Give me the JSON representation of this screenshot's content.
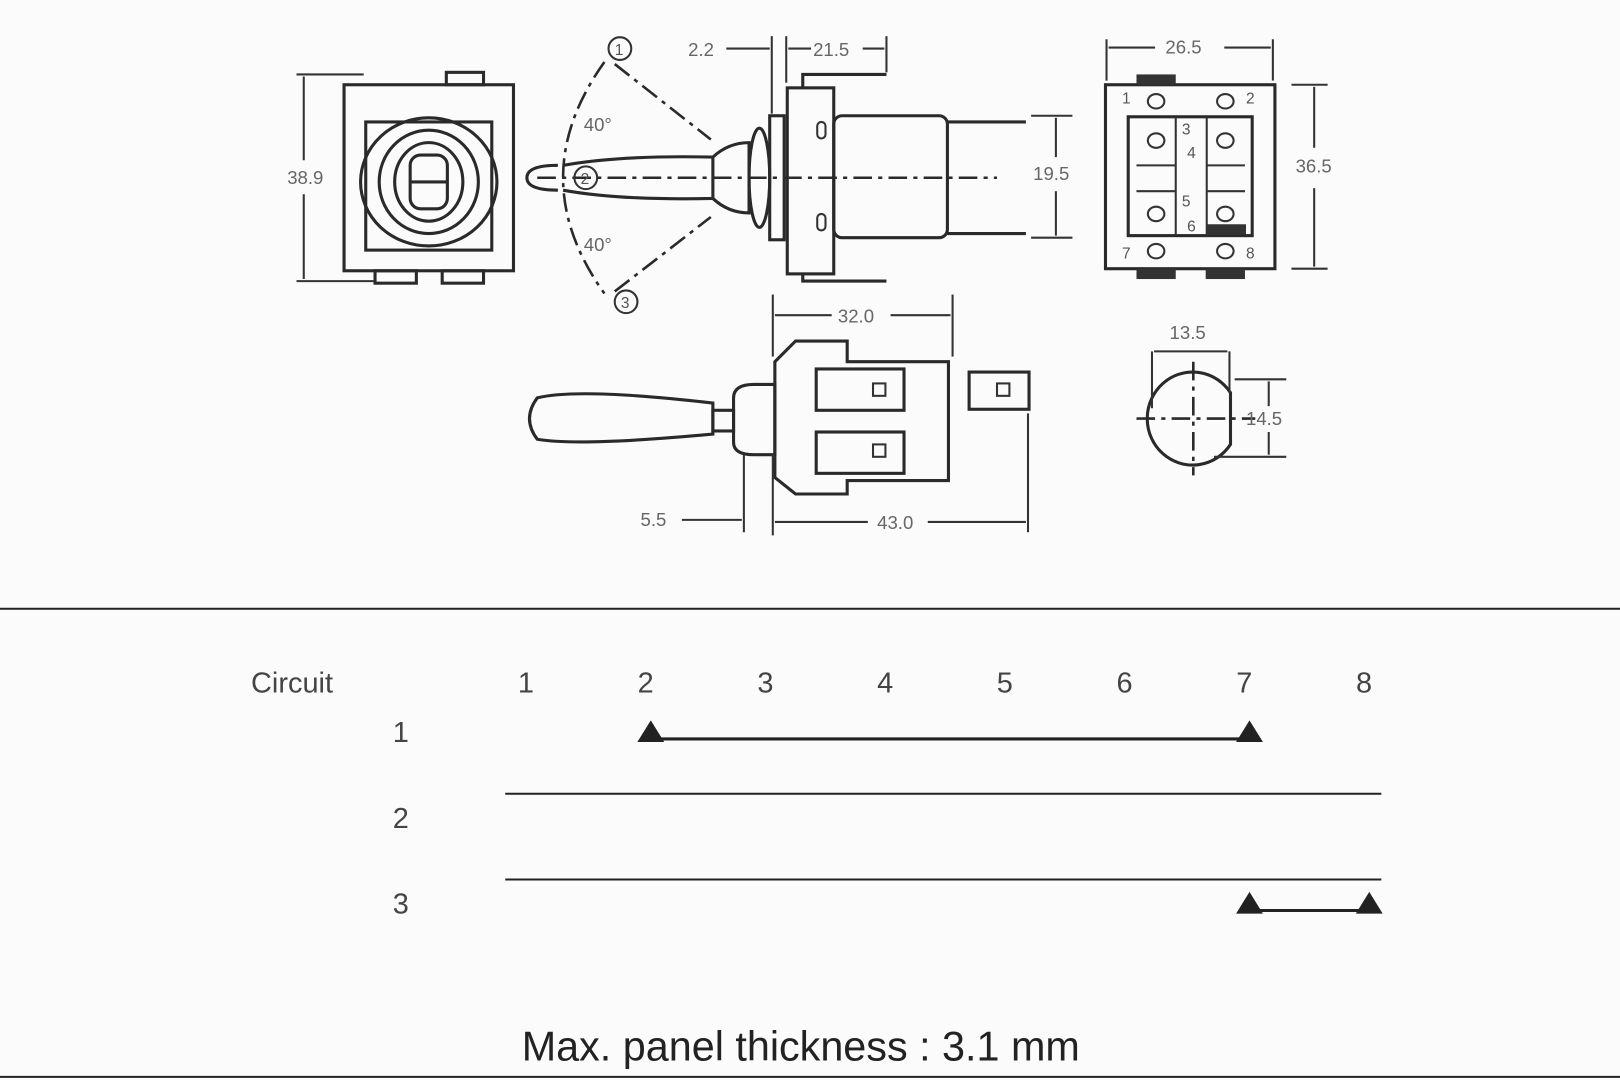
{
  "drawing": {
    "dimensions": {
      "front_height": "38.9",
      "bushing_offset": "2.2",
      "body_depth": "21.5",
      "body_height": "19.5",
      "rear_width": "26.5",
      "rear_height": "36.5",
      "side_length": "32.0",
      "panel_offset": "5.5",
      "overall_length": "43.0",
      "cutout_width": "13.5",
      "cutout_height": "14.5"
    },
    "angles": {
      "upper": "40°",
      "lower": "40°"
    },
    "positions": [
      "1",
      "2",
      "3"
    ],
    "terminals": [
      "1",
      "2",
      "3",
      "4",
      "5",
      "6",
      "7",
      "8"
    ]
  },
  "circuit_table": {
    "header": "Circuit",
    "columns": [
      "1",
      "2",
      "3",
      "4",
      "5",
      "6",
      "7",
      "8"
    ],
    "rows": [
      {
        "label": "1",
        "connect": [
          2,
          7
        ]
      },
      {
        "label": "2",
        "connect": null
      },
      {
        "label": "3",
        "connect": [
          7,
          8
        ]
      }
    ]
  },
  "footer": {
    "note": "Max. panel thickness : 3.1 mm"
  }
}
